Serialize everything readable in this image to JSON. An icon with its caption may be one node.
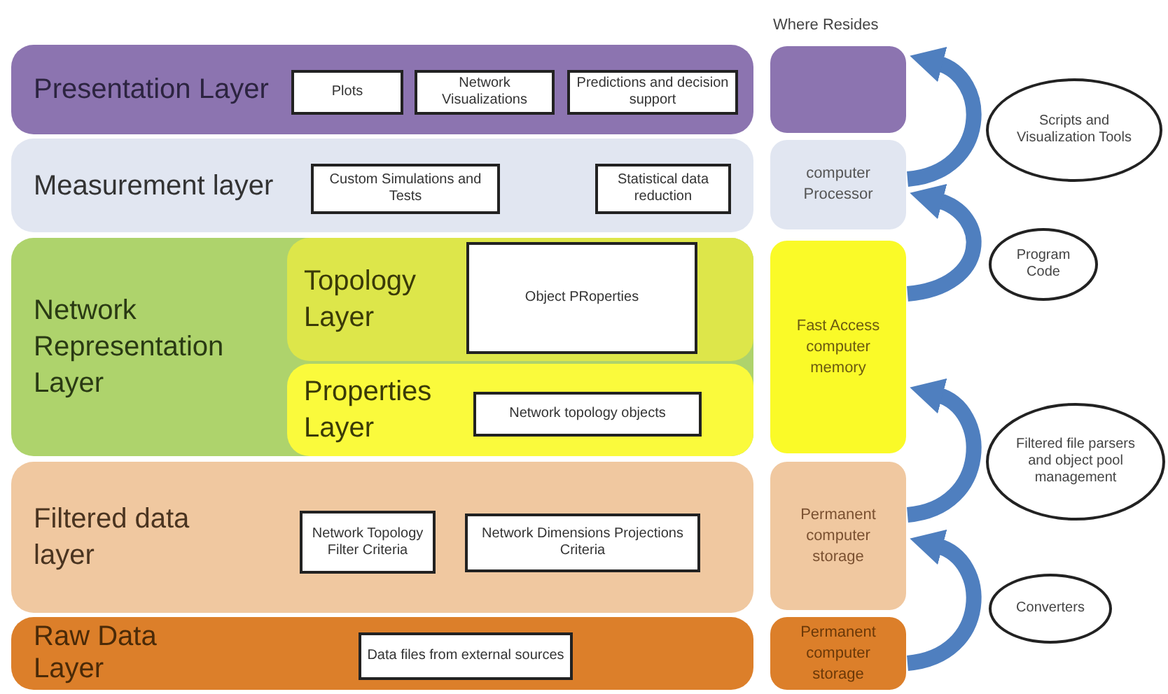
{
  "diagram": {
    "nodes": [
      {
        "text": [
          "Presentation Layer"
        ]
      },
      {
        "text": [
          "Plots"
        ],
        "in": 0
      },
      {
        "text": [
          "Network Visualizations"
        ],
        "in": 0
      },
      {
        "text": [
          "Predictions and decision support"
        ],
        "in": 0
      },
      {
        "text": [
          "Measurement layer"
        ]
      },
      {
        "text": [
          "Custom Simulations and Tests"
        ],
        "in": 4
      },
      {
        "text": [
          "Statistical data reduction"
        ],
        "in": 4
      },
      {
        "text": [
          "Network Representation Layer"
        ]
      },
      {
        "text": [
          "Topology Layer"
        ],
        "in": 7
      },
      {
        "text": [
          "Object PRoperties"
        ],
        "in": 8
      },
      {
        "text": [
          "Properties Layer"
        ],
        "in": 7
      },
      {
        "text": [
          "Network topology objects"
        ],
        "in": 10
      },
      {
        "text": [
          "Filtered data layer"
        ]
      },
      {
        "text": [
          "Network Topology Filter Criteria"
        ],
        "in": 12
      },
      {
        "text": [
          "Network Dimensions Projections Criteria"
        ],
        "in": 12
      },
      {
        "text": [
          "Raw Data Layer"
        ]
      },
      {
        "text": [
          "Data files from external sources"
        ],
        "in": 15
      },
      {
        "text": [],
        "shape": "box"
      },
      {
        "text": [
          "computer Processor"
        ]
      },
      {
        "text": [
          "Fast Access computer memory"
        ]
      },
      {
        "text": [
          "Permanent computer storage"
        ]
      },
      {
        "text": [
          "Permanent computer storage"
        ]
      },
      {
        "text": [
          "Scripts and Visualization Tools"
        ]
      },
      {
        "text": [
          "Program Code"
        ]
      },
      {
        "text": [
          "Filtered file parsers and object pool management"
        ]
      },
      {
        "text": [
          "Converters"
        ]
      }
    ],
    "edges": [
      {
        "from": 18,
        "to": 17,
        "arrow": "to"
      },
      {
        "from": 19,
        "to": 18,
        "arrow": "to"
      },
      {
        "from": 20,
        "to": 19,
        "arrow": "to"
      },
      {
        "from": 21,
        "to": 20,
        "arrow": "to"
      }
    ],
    "labels": [
      "Where Resides"
    ]
  }
}
